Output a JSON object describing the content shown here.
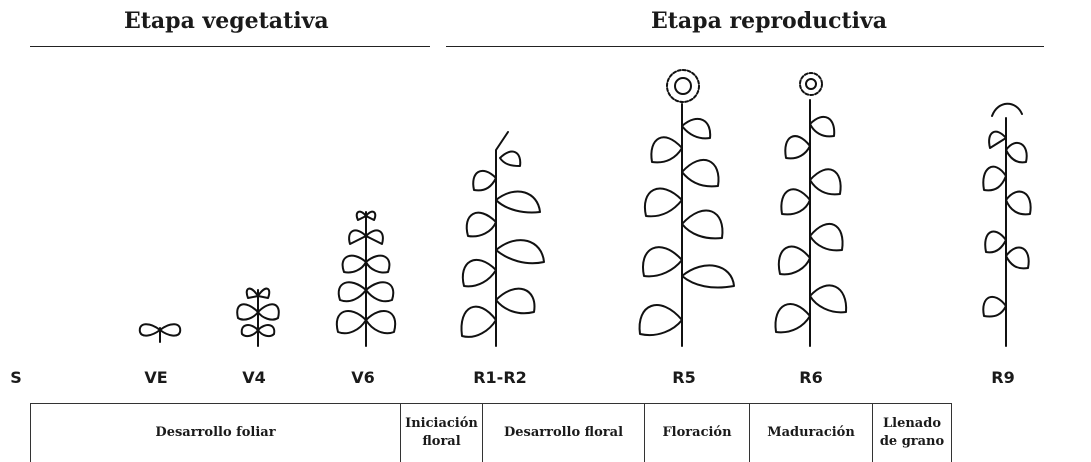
{
  "phase_headers": [
    {
      "label": "Etapa vegetativa"
    },
    {
      "label": "Etapa reproductiva"
    }
  ],
  "stages": [
    {
      "code": "S"
    },
    {
      "code": "VE"
    },
    {
      "code": "V4"
    },
    {
      "code": "V6"
    },
    {
      "code": "R1-R2"
    },
    {
      "code": "R5"
    },
    {
      "code": "R6"
    },
    {
      "code": "R9"
    }
  ],
  "development_phases": [
    {
      "label": "Desarrollo foliar"
    },
    {
      "label": "Iniciación floral"
    },
    {
      "label": "Desarrollo floral"
    },
    {
      "label": "Floración"
    },
    {
      "label": "Maduración"
    },
    {
      "label": "Llenado de grano"
    }
  ]
}
